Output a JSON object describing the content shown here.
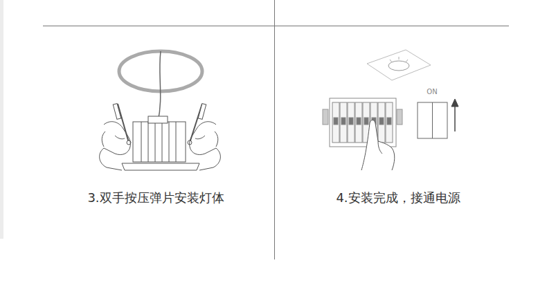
{
  "diagram": {
    "labels": [
      "3.双手按压弹片安装灯体",
      "4.安装完成，接通电源",
      "ON"
    ]
  }
}
